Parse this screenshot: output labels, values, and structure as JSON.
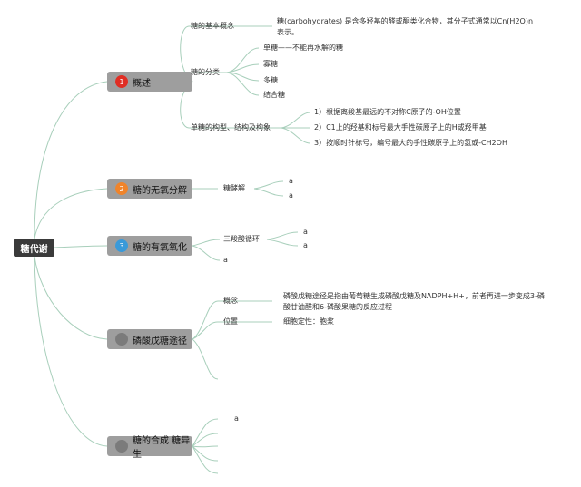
{
  "root": "糖代谢",
  "branches": [
    {
      "num": "1",
      "label": "概述",
      "color": "#e02e24"
    },
    {
      "num": "2",
      "label": "糖的无氧分解",
      "color": "#f0842a"
    },
    {
      "num": "3",
      "label": "糖的有氧氧化",
      "color": "#3a9ad9"
    },
    {
      "num": "",
      "label": "磷酸戊糖途径",
      "color": "#7b7b7b"
    },
    {
      "num": "",
      "label": "糖的合成 糖异生",
      "color": "#7b7b7b"
    }
  ],
  "overview": {
    "concept_label": "糖的基本概念",
    "concept_text": "糖(carbohydrates) 是含多羟基的醛或酮类化合物，其分子式通常以Cn(H2O)n 表示。",
    "class_label": "糖的分类",
    "classes": [
      "单糖——不能再水解的糖",
      "寡糖",
      "多糖",
      "结合糖"
    ],
    "structure_label": "单糖的构型、结构及构象",
    "structures": [
      "1）根据离羧基最远的不对称C原子的-OH位置",
      "2）C1上的羟基和标号最大手性碳原子上的H或羟甲基",
      "3）按顺时针标号，编号最大的手性碳原子上的氢或-CH2OH"
    ]
  },
  "anaerobic": {
    "label": "糖酵解",
    "leaves": [
      "a",
      "a"
    ]
  },
  "aerobic": {
    "label": "三羧酸循环",
    "leaves": [
      "a",
      "a"
    ],
    "extra": "a"
  },
  "pentose": {
    "concept_label": "概念",
    "concept_text": "磷酸戊糖途径是指由葡萄糖生成磷酸戊糖及NADPH+H+，前者再进一步变成3-磷酸甘油醛和6-磷酸果糖的反应过程",
    "location_label": "位置",
    "location_text": "细胞定性：胞浆"
  },
  "synthesis": {
    "leaf": "a"
  },
  "colors": {
    "line": "#a8cfbb",
    "branch_bg": "#9e9e9e",
    "root_bg": "#3a3a3a"
  }
}
